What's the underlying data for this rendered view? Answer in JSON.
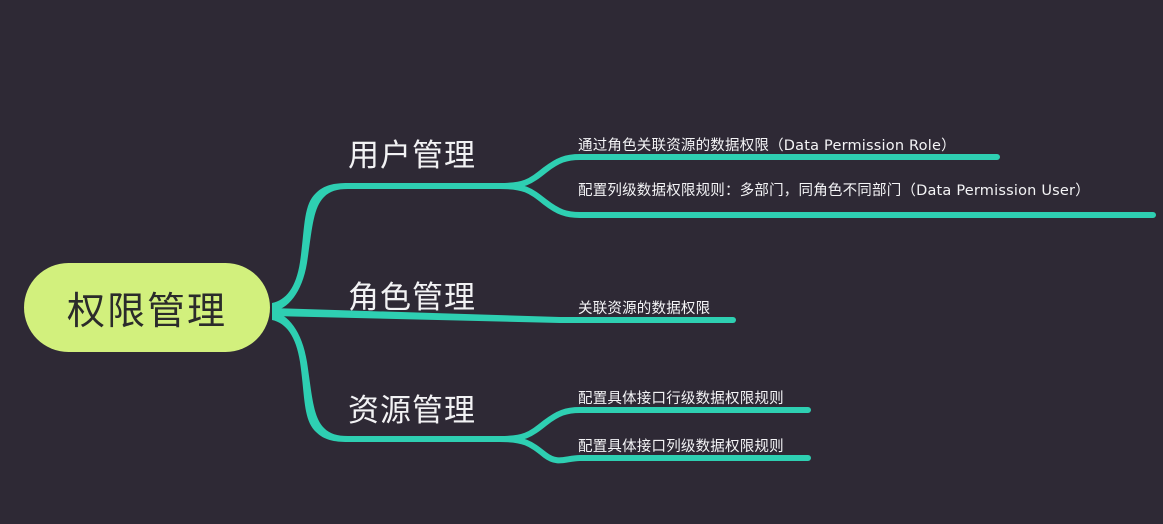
{
  "canvas": {
    "background_color": "#2e2935",
    "branch_color": "#2ecfb2",
    "root_fill_color": "#d2f07d",
    "root_text_color": "#2b2b2b",
    "label_text_color": "#f2f2f4"
  },
  "root": {
    "label": "权限管理"
  },
  "branches": [
    {
      "label": "用户管理",
      "leaves": [
        {
          "text": "通过角色关联资源的数据权限（Data Permission Role）"
        },
        {
          "text": "配置列级数据权限规则：多部门，同角色不同部门（Data Permission User）"
        }
      ]
    },
    {
      "label": "角色管理",
      "leaves": [
        {
          "text": "关联资源的数据权限"
        }
      ]
    },
    {
      "label": "资源管理",
      "leaves": [
        {
          "text": "配置具体接口行级数据权限规则"
        },
        {
          "text": "配置具体接口列级数据权限规则"
        }
      ]
    }
  ]
}
